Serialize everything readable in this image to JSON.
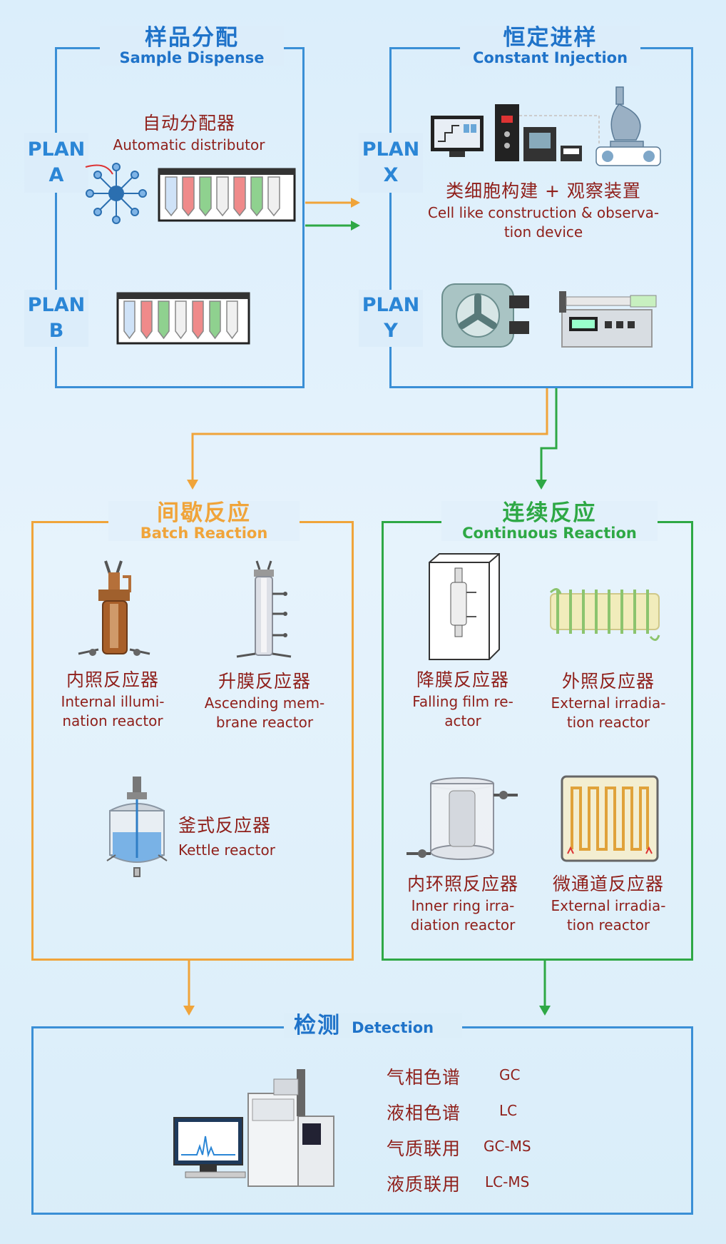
{
  "sample_dispense": {
    "title_cn": "样品分配",
    "title_en": "Sample Dispense"
  },
  "plan_a": {
    "label_line1": "PLAN",
    "label_line2": "A"
  },
  "plan_b": {
    "label_line1": "PLAN",
    "label_line2": "B"
  },
  "autodistributor": {
    "cn": "自动分配器",
    "en": "Automatic distributor"
  },
  "constant_injection": {
    "title_cn": "恒定进样",
    "title_en": "Constant Injection"
  },
  "plan_x": {
    "label_line1": "PLAN",
    "label_line2": "X"
  },
  "plan_y": {
    "label_line1": "PLAN",
    "label_line2": "Y"
  },
  "cell_device": {
    "cn": "类细胞构建 + 观察装置",
    "en_line1": "Cell like construction & observa-",
    "en_line2": "tion device"
  },
  "batch_reaction": {
    "title_cn": "间歇反应",
    "title_en": "Batch Reaction",
    "internal": {
      "cn": "内照反应器",
      "en_line1": "Internal illumi-",
      "en_line2": "nation reactor"
    },
    "ascending": {
      "cn": "升膜反应器",
      "en_line1": "Ascending mem-",
      "en_line2": "brane reactor"
    },
    "kettle": {
      "cn": "釜式反应器",
      "en": "Kettle reactor"
    }
  },
  "continuous_reaction": {
    "title_cn": "连续反应",
    "title_en": "Continuous Reaction",
    "falling": {
      "cn": "降膜反应器",
      "en_line1": "Falling film re-",
      "en_line2": "actor"
    },
    "external": {
      "cn": "外照反应器",
      "en_line1": "External irradia-",
      "en_line2": "tion reactor"
    },
    "inner_ring": {
      "cn": "内环照反应器",
      "en_line1": "Inner ring irra-",
      "en_line2": "diation reactor"
    },
    "microchannel": {
      "cn": "微通道反应器",
      "en_line1": "External irradia-",
      "en_line2": "tion reactor"
    }
  },
  "detection": {
    "title_cn": "检测",
    "title_en": "Detection",
    "rows": [
      {
        "cn": "气相色谱",
        "en": "GC"
      },
      {
        "cn": "液相色谱",
        "en": "LC"
      },
      {
        "cn": "气质联用",
        "en": "GC-MS"
      },
      {
        "cn": "液质联用",
        "en": "LC-MS"
      }
    ]
  },
  "colors": {
    "blue": "#3a8fd6",
    "orange": "#f0a43a",
    "green": "#2ea845",
    "caption": "#8f1f1a"
  }
}
